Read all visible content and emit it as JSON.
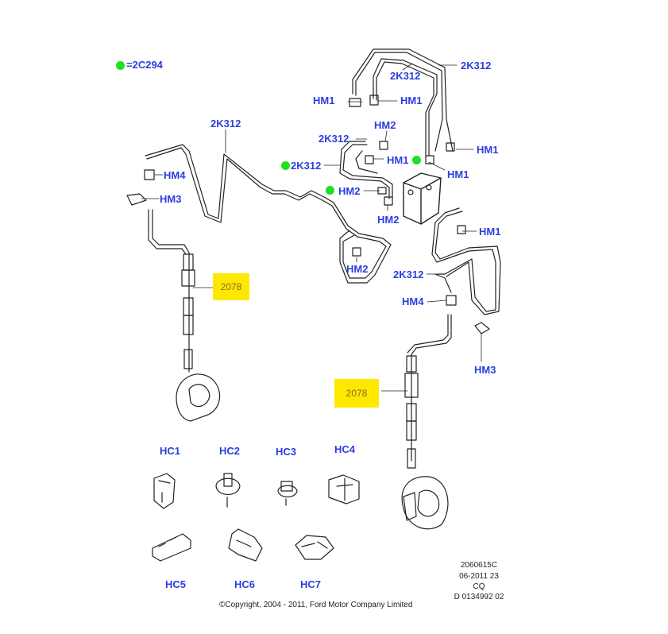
{
  "legend": {
    "text": "=2C294",
    "dot_color": "#1ee01e"
  },
  "colors": {
    "label": "#2b3de0",
    "highlight": "#ffe800",
    "line": "#222222"
  },
  "labels": {
    "k2k312_top": "2K312",
    "k2k312_tr": "2K312",
    "hm1_a": "HM1",
    "hm1_b": "HM1",
    "k2k312_left": "2K312",
    "hm2_top": "HM2",
    "k2k312_mid": "2K312",
    "hm1_c": "HM1",
    "hm1_right": "HM1",
    "hm1_under": "HM1",
    "hm4_left": "HM4",
    "k2k312_dot": "2K312",
    "hm3_left": "HM3",
    "hm2_dot": "HM2",
    "hm2_low": "HM2",
    "hm2_center": "HM2",
    "hm1_lower": "HM1",
    "k2k312_lower": "2K312",
    "hm4_right": "HM4",
    "hm3_right": "HM3",
    "part_2078_left": "2078",
    "part_2078_right": "2078",
    "hc1": "HC1",
    "hc2": "HC2",
    "hc3": "HC3",
    "hc4": "HC4",
    "hc5": "HC5",
    "hc6": "HC6",
    "hc7": "HC7"
  },
  "footer": {
    "code1": "2060615C",
    "code2": "06-2011 23",
    "code3": "CQ",
    "code4": "D 0134992 02",
    "copyright": "©Copyright, 2004 - 2011, Ford Motor Company Limited"
  }
}
